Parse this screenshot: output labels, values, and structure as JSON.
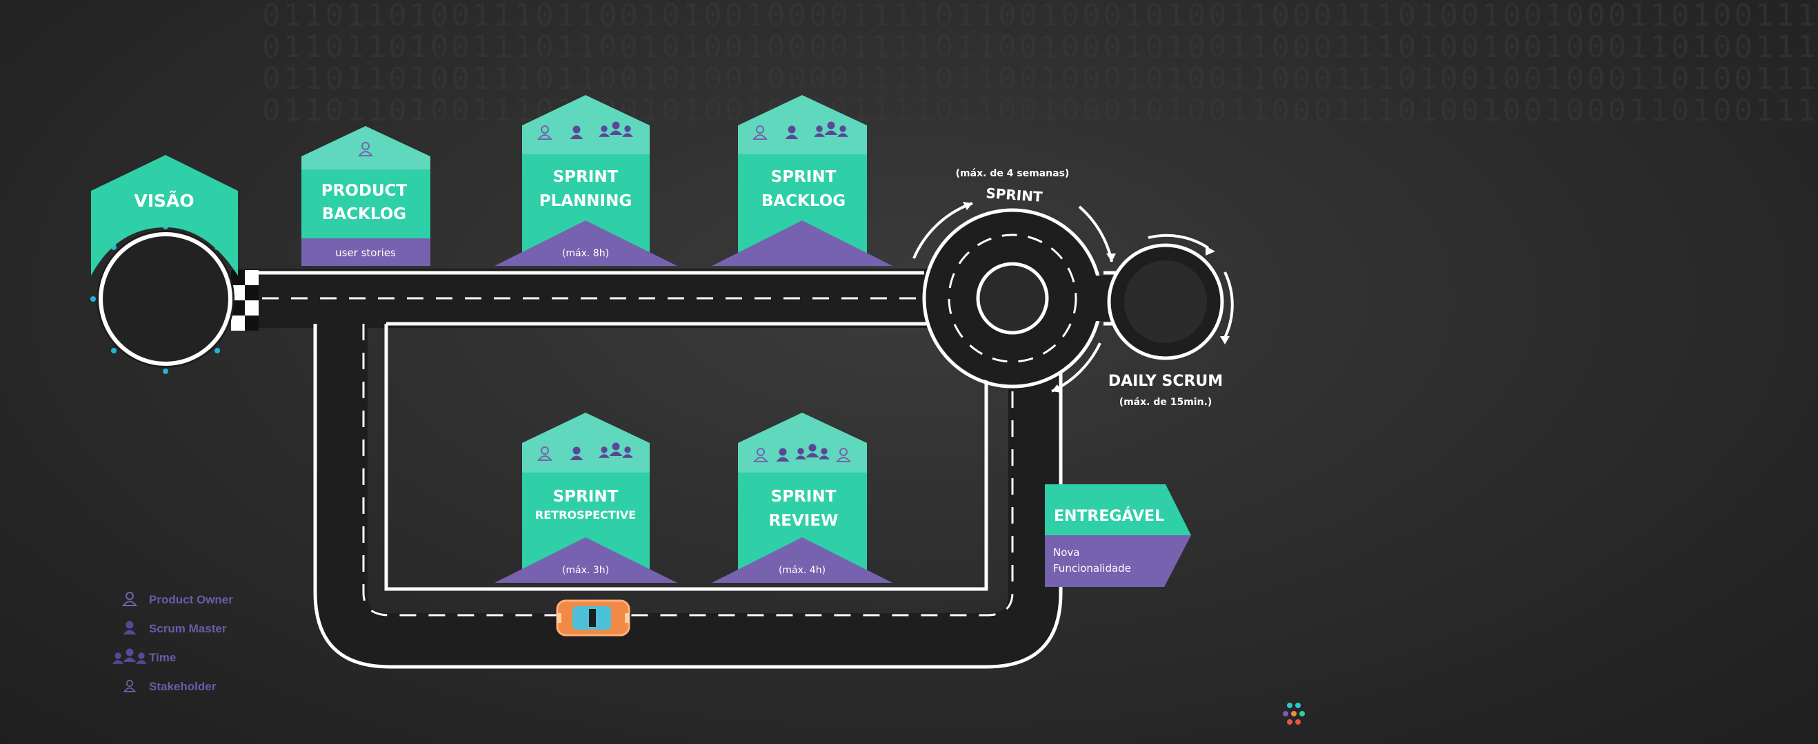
{
  "background_code": "01101101001110110010100100001111011001000101001100011101001001000110100111",
  "colors": {
    "teal": "#2fcfa8",
    "teal_light": "#5fd8bd",
    "purple": "#7762b0",
    "road": "#1e1e1e",
    "marking": "#ffffff",
    "legend_text": "#6c5aa8"
  },
  "stations": {
    "visao": {
      "title": "VISÃO"
    },
    "product_backlog": {
      "title_line1": "PRODUCT",
      "title_line2": "BACKLOG",
      "subtitle": "user stories"
    },
    "sprint_planning": {
      "title_line1": "SPRINT",
      "title_line2": "PLANNING",
      "duration": "(máx. 8h)"
    },
    "sprint_backlog": {
      "title_line1": "SPRINT",
      "title_line2": "BACKLOG"
    },
    "sprint_retrospective": {
      "title_line1": "SPRINT",
      "title_line2": "RETROSPECTIVE",
      "duration": "(máx. 3h)"
    },
    "sprint_review": {
      "title_line1": "SPRINT",
      "title_line2": "REVIEW",
      "duration": "(máx. 4h)"
    }
  },
  "sprint": {
    "label": "SPRINT",
    "duration": "(máx. de 4 semanas)"
  },
  "daily_scrum": {
    "label": "DAILY SCRUM",
    "duration": "(máx. de 15min.)"
  },
  "entregavel": {
    "title": "ENTREGÁVEL",
    "line1": "Nova",
    "line2": "Funcionalidade"
  },
  "legend": [
    {
      "icon": "person-outline-icon",
      "label": "Product Owner"
    },
    {
      "icon": "person-filled-icon",
      "label": "Scrum Master"
    },
    {
      "icon": "group-icon",
      "label": "Time"
    },
    {
      "icon": "person-outline-icon",
      "label": "Stakeholder"
    }
  ]
}
